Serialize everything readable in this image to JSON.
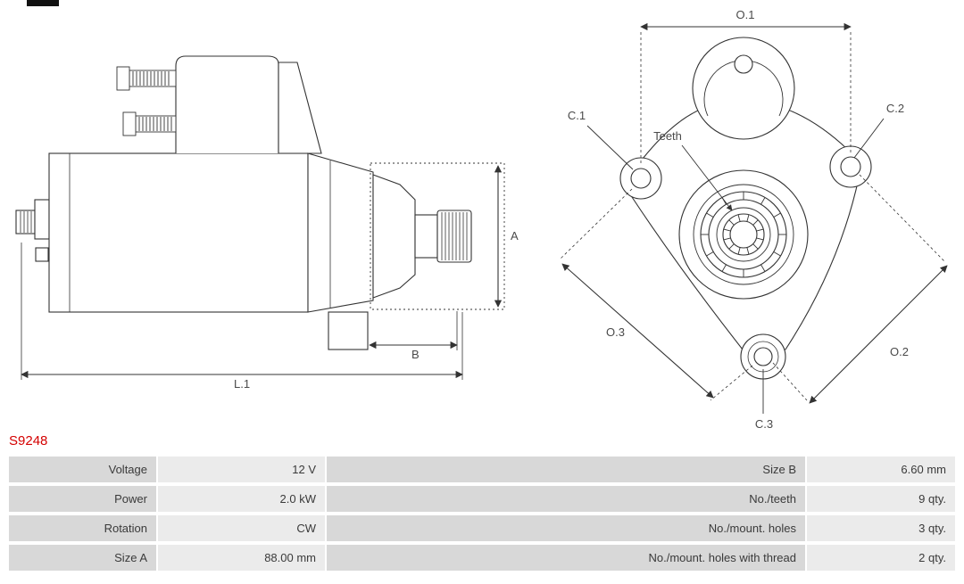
{
  "part_number": "S9248",
  "colors": {
    "part_number_text": "#d40000",
    "label_cell_bg": "#d8d8d8",
    "value_cell_bg": "#ebebeb",
    "drawing_line": "#333333"
  },
  "diagram": {
    "side_view": {
      "dim_a": "A",
      "dim_b": "B",
      "dim_l1": "L.1"
    },
    "front_view": {
      "dim_o1": "O.1",
      "dim_o2": "O.2",
      "dim_o3": "O.3",
      "dim_c1": "C.1",
      "dim_c2": "C.2",
      "dim_c3": "C.3",
      "teeth_label": "Teeth"
    }
  },
  "spec_table": {
    "rows": [
      {
        "label_left": "Voltage",
        "value_left": "12 V",
        "label_right": "Size B",
        "value_right": "6.60 mm"
      },
      {
        "label_left": "Power",
        "value_left": "2.0 kW",
        "label_right": "No./teeth",
        "value_right": "9 qty."
      },
      {
        "label_left": "Rotation",
        "value_left": "CW",
        "label_right": "No./mount. holes",
        "value_right": "3 qty."
      },
      {
        "label_left": "Size A",
        "value_left": "88.00 mm",
        "label_right": "No./mount. holes with thread",
        "value_right": "2 qty."
      }
    ]
  }
}
